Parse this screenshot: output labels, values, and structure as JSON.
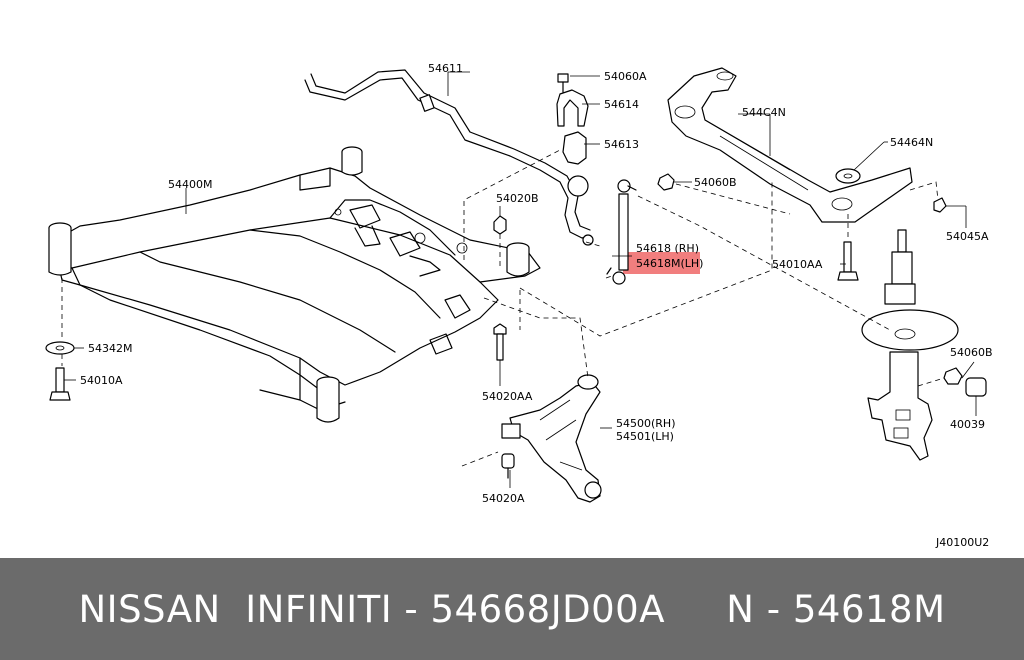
{
  "diagram": {
    "labels": {
      "p54611": "54611",
      "p54060A": "54060A",
      "p54614": "54614",
      "p54613": "54613",
      "p544C4N": "544C4N",
      "p54464N": "54464N",
      "p54060B_top": "54060B",
      "p54020B": "54020B",
      "p54618RH": "54618 (RH)",
      "p54618MLH": "54618M(LH)",
      "p54400M": "54400M",
      "p54010AA": "54010AA",
      "p54045A": "54045A",
      "p54342M": "54342M",
      "p54010A": "54010A",
      "p54020AA": "54020AA",
      "p54500RH": "54500(RH)",
      "p54501LH": "54501(LH)",
      "p54060B_right": "54060B",
      "p40039": "40039",
      "p54020A": "54020A",
      "diagram_code": "J40100U2"
    },
    "highlight_color": "#f07070"
  },
  "footer": {
    "text": "NISSAN  INFINITI - 54668JD00A     N - 54618M",
    "background": "#6b6b6b",
    "text_color": "#ffffff"
  }
}
